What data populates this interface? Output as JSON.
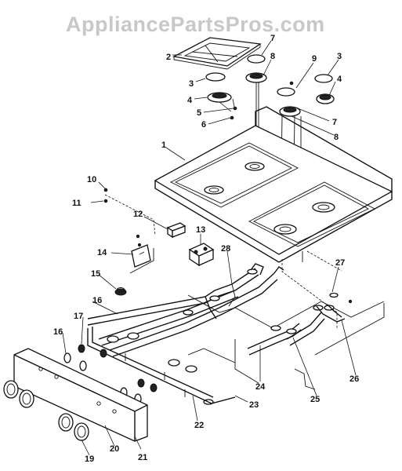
{
  "watermark": "AppliancePartsPros.com",
  "callouts": [
    {
      "id": "c1",
      "text": "1"
    },
    {
      "id": "c2",
      "text": "2"
    },
    {
      "id": "c3a",
      "text": "3"
    },
    {
      "id": "c3b",
      "text": "3"
    },
    {
      "id": "c4a",
      "text": "4"
    },
    {
      "id": "c4b",
      "text": "4"
    },
    {
      "id": "c5",
      "text": "5"
    },
    {
      "id": "c6",
      "text": "6"
    },
    {
      "id": "c7a",
      "text": "7"
    },
    {
      "id": "c7b",
      "text": "7"
    },
    {
      "id": "c8a",
      "text": "8"
    },
    {
      "id": "c8b",
      "text": "8"
    },
    {
      "id": "c9",
      "text": "9"
    },
    {
      "id": "c10",
      "text": "10"
    },
    {
      "id": "c11",
      "text": "11"
    },
    {
      "id": "c12",
      "text": "12"
    },
    {
      "id": "c13",
      "text": "13"
    },
    {
      "id": "c14",
      "text": "14"
    },
    {
      "id": "c15",
      "text": "15"
    },
    {
      "id": "c16a",
      "text": "16"
    },
    {
      "id": "c16b",
      "text": "16"
    },
    {
      "id": "c17",
      "text": "17"
    },
    {
      "id": "c19",
      "text": "19"
    },
    {
      "id": "c20",
      "text": "20"
    },
    {
      "id": "c21",
      "text": "21"
    },
    {
      "id": "c22",
      "text": "22"
    },
    {
      "id": "c23",
      "text": "23"
    },
    {
      "id": "c24",
      "text": "24"
    },
    {
      "id": "c25",
      "text": "25"
    },
    {
      "id": "c26",
      "text": "26"
    },
    {
      "id": "c27",
      "text": "27"
    },
    {
      "id": "c28",
      "text": "28"
    }
  ]
}
